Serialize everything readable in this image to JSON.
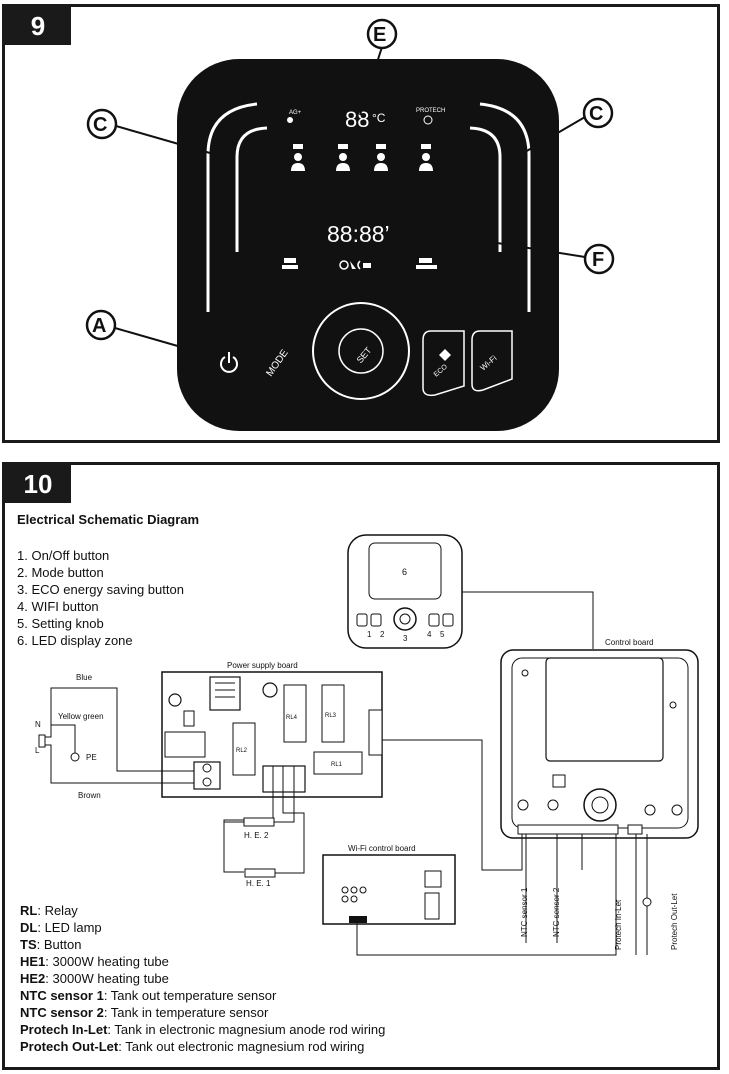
{
  "section9": {
    "number": "9",
    "callouts": {
      "a": "A",
      "c_left": "C",
      "c_right": "C",
      "e": "E",
      "f": "F"
    },
    "display": {
      "temperature": "88",
      "temp_unit": "°C",
      "timer": "88:88’",
      "ag_label": "AG+",
      "protech_label": "PROTECH",
      "mode_label": "MODE",
      "set_label": "SET",
      "eco_label": "ECO",
      "wifi_label": "Wi-Fi"
    }
  },
  "section10": {
    "number": "10",
    "title": "Electrical Schematic Diagram",
    "legend": [
      {
        "num": "1.",
        "text": "On/Off button"
      },
      {
        "num": "2.",
        "text": "Mode button"
      },
      {
        "num": "3.",
        "text": "ECO energy saving button"
      },
      {
        "num": "4.",
        "text": "WIFI button"
      },
      {
        "num": "5.",
        "text": "Setting knob"
      },
      {
        "num": "6.",
        "text": "LED display zone"
      }
    ],
    "diagram": {
      "remote_zone": "6",
      "remote_buttons": [
        "1",
        "2",
        "3",
        "4",
        "5"
      ],
      "power_supply_board": "Power supply board",
      "control_board": "Control board",
      "wifi_board": "Wi-Fi control board",
      "wire_blue": "Blue",
      "wire_yellow_green": "Yellow green",
      "wire_brown": "Brown",
      "n": "N",
      "l": "L",
      "pe": "PE",
      "he2": "H. E. 2",
      "he1": "H. E. 1",
      "rl4": "RL4",
      "rl3": "RL3",
      "rl2": "RL2",
      "rl1": "RL1",
      "ntc1": "NTC sensor 1",
      "ntc2": "NTC sensor 2",
      "protech_in": "Protech In-Let",
      "protech_out": "Protech Out-Let"
    },
    "abbreviations": [
      {
        "key": "RL",
        "desc": ": Relay"
      },
      {
        "key": "DL",
        "desc": ": LED lamp"
      },
      {
        "key": "TS",
        "desc": ": Button"
      },
      {
        "key": "HE1",
        "desc": ": 3000W heating tube"
      },
      {
        "key": "HE2",
        "desc": ": 3000W heating tube"
      },
      {
        "key": "NTC sensor 1",
        "desc": ": Tank out temperature sensor"
      },
      {
        "key": "NTC sensor 2",
        "desc": ": Tank in temperature sensor"
      },
      {
        "key": "Protech In-Let",
        "desc": ": Tank in electronic magnesium anode rod wiring"
      },
      {
        "key": "Protech Out-Let",
        "desc": ": Tank out electronic magnesium rod wiring"
      }
    ]
  }
}
